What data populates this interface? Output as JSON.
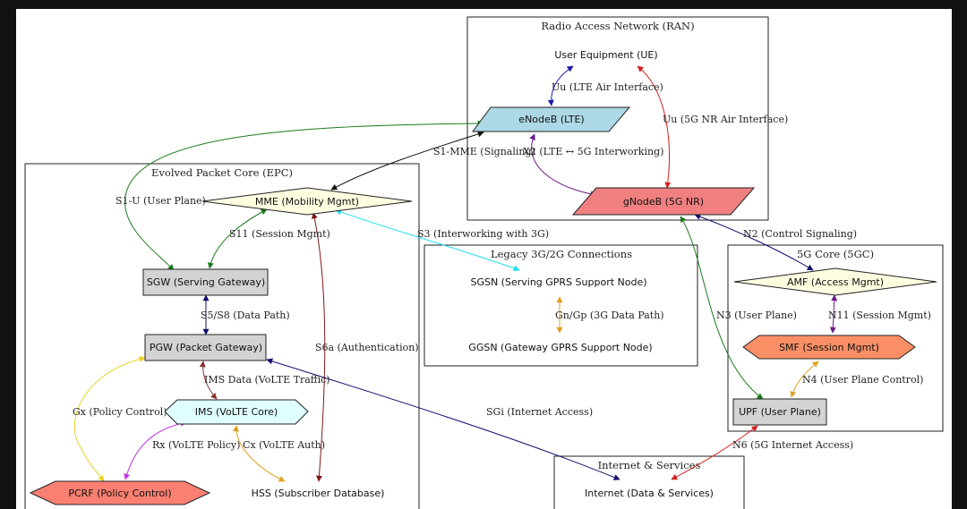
{
  "clusters": {
    "ran": "Radio Access Network (RAN)",
    "epc": "Evolved Packet Core (EPC)",
    "legacy": "Legacy 3G/2G Connections",
    "core5g": "5G Core (5GC)",
    "internet": "Internet & Services"
  },
  "nodes": {
    "ue": "User Equipment (UE)",
    "enodeb": "eNodeB (LTE)",
    "gnodeb": "gNodeB (5G NR)",
    "mme": "MME (Mobility Mgmt)",
    "sgw": "SGW (Serving Gateway)",
    "pgw": "PGW (Packet Gateway)",
    "ims": "IMS (VoLTE Core)",
    "pcrf": "PCRF (Policy Control)",
    "hss": "HSS (Subscriber Database)",
    "sgsn": "SGSN (Serving GPRS Support Node)",
    "ggsn": "GGSN (Gateway GPRS Support Node)",
    "amf": "AMF (Access Mgmt)",
    "smf": "SMF (Session Mgmt)",
    "upf": "UPF (User Plane)",
    "internet": "Internet (Data & Services)"
  },
  "edges": {
    "uu_lte": "Uu (LTE Air Interface)",
    "uu_5g": "Uu (5G NR Air Interface)",
    "s1_mme": "S1-MME (Signaling)",
    "x2": "X2 (LTE ↔ 5G Interworking)",
    "s1_u": "S1-U (User Plane)",
    "s11": "S11 (Session Mgmt)",
    "s3": "S3 (Interworking with 3G)",
    "s5s8": "S5/S8 (Data Path)",
    "s6a": "S6a (Authentication)",
    "ims_data": "IMS Data (VoLTE Traffic)",
    "gx": "Gx (Policy Control)",
    "rx": "Rx (VoLTE Policy)",
    "cx": "Cx (VoLTE Auth)",
    "sgi": "SGi (Internet Access)",
    "gngp": "Gn/Gp (3G Data Path)",
    "n2": "N2 (Control Signaling)",
    "n3": "N3 (User Plane)",
    "n11": "N11 (Session Mgmt)",
    "n4": "N4 (User Plane Control)",
    "n6": "N6 (5G Internet Access)"
  },
  "colors": {
    "enodeb_fill": "#add8e6",
    "gnodeb_fill": "#f08080",
    "mme_fill": "#fffde0",
    "gateway_fill": "#d3d3d3",
    "ims_fill": "#e0ffff",
    "pcrf_fill": "#fa8072",
    "amf_fill": "#fffde0",
    "smf_fill": "#fa8f66"
  }
}
